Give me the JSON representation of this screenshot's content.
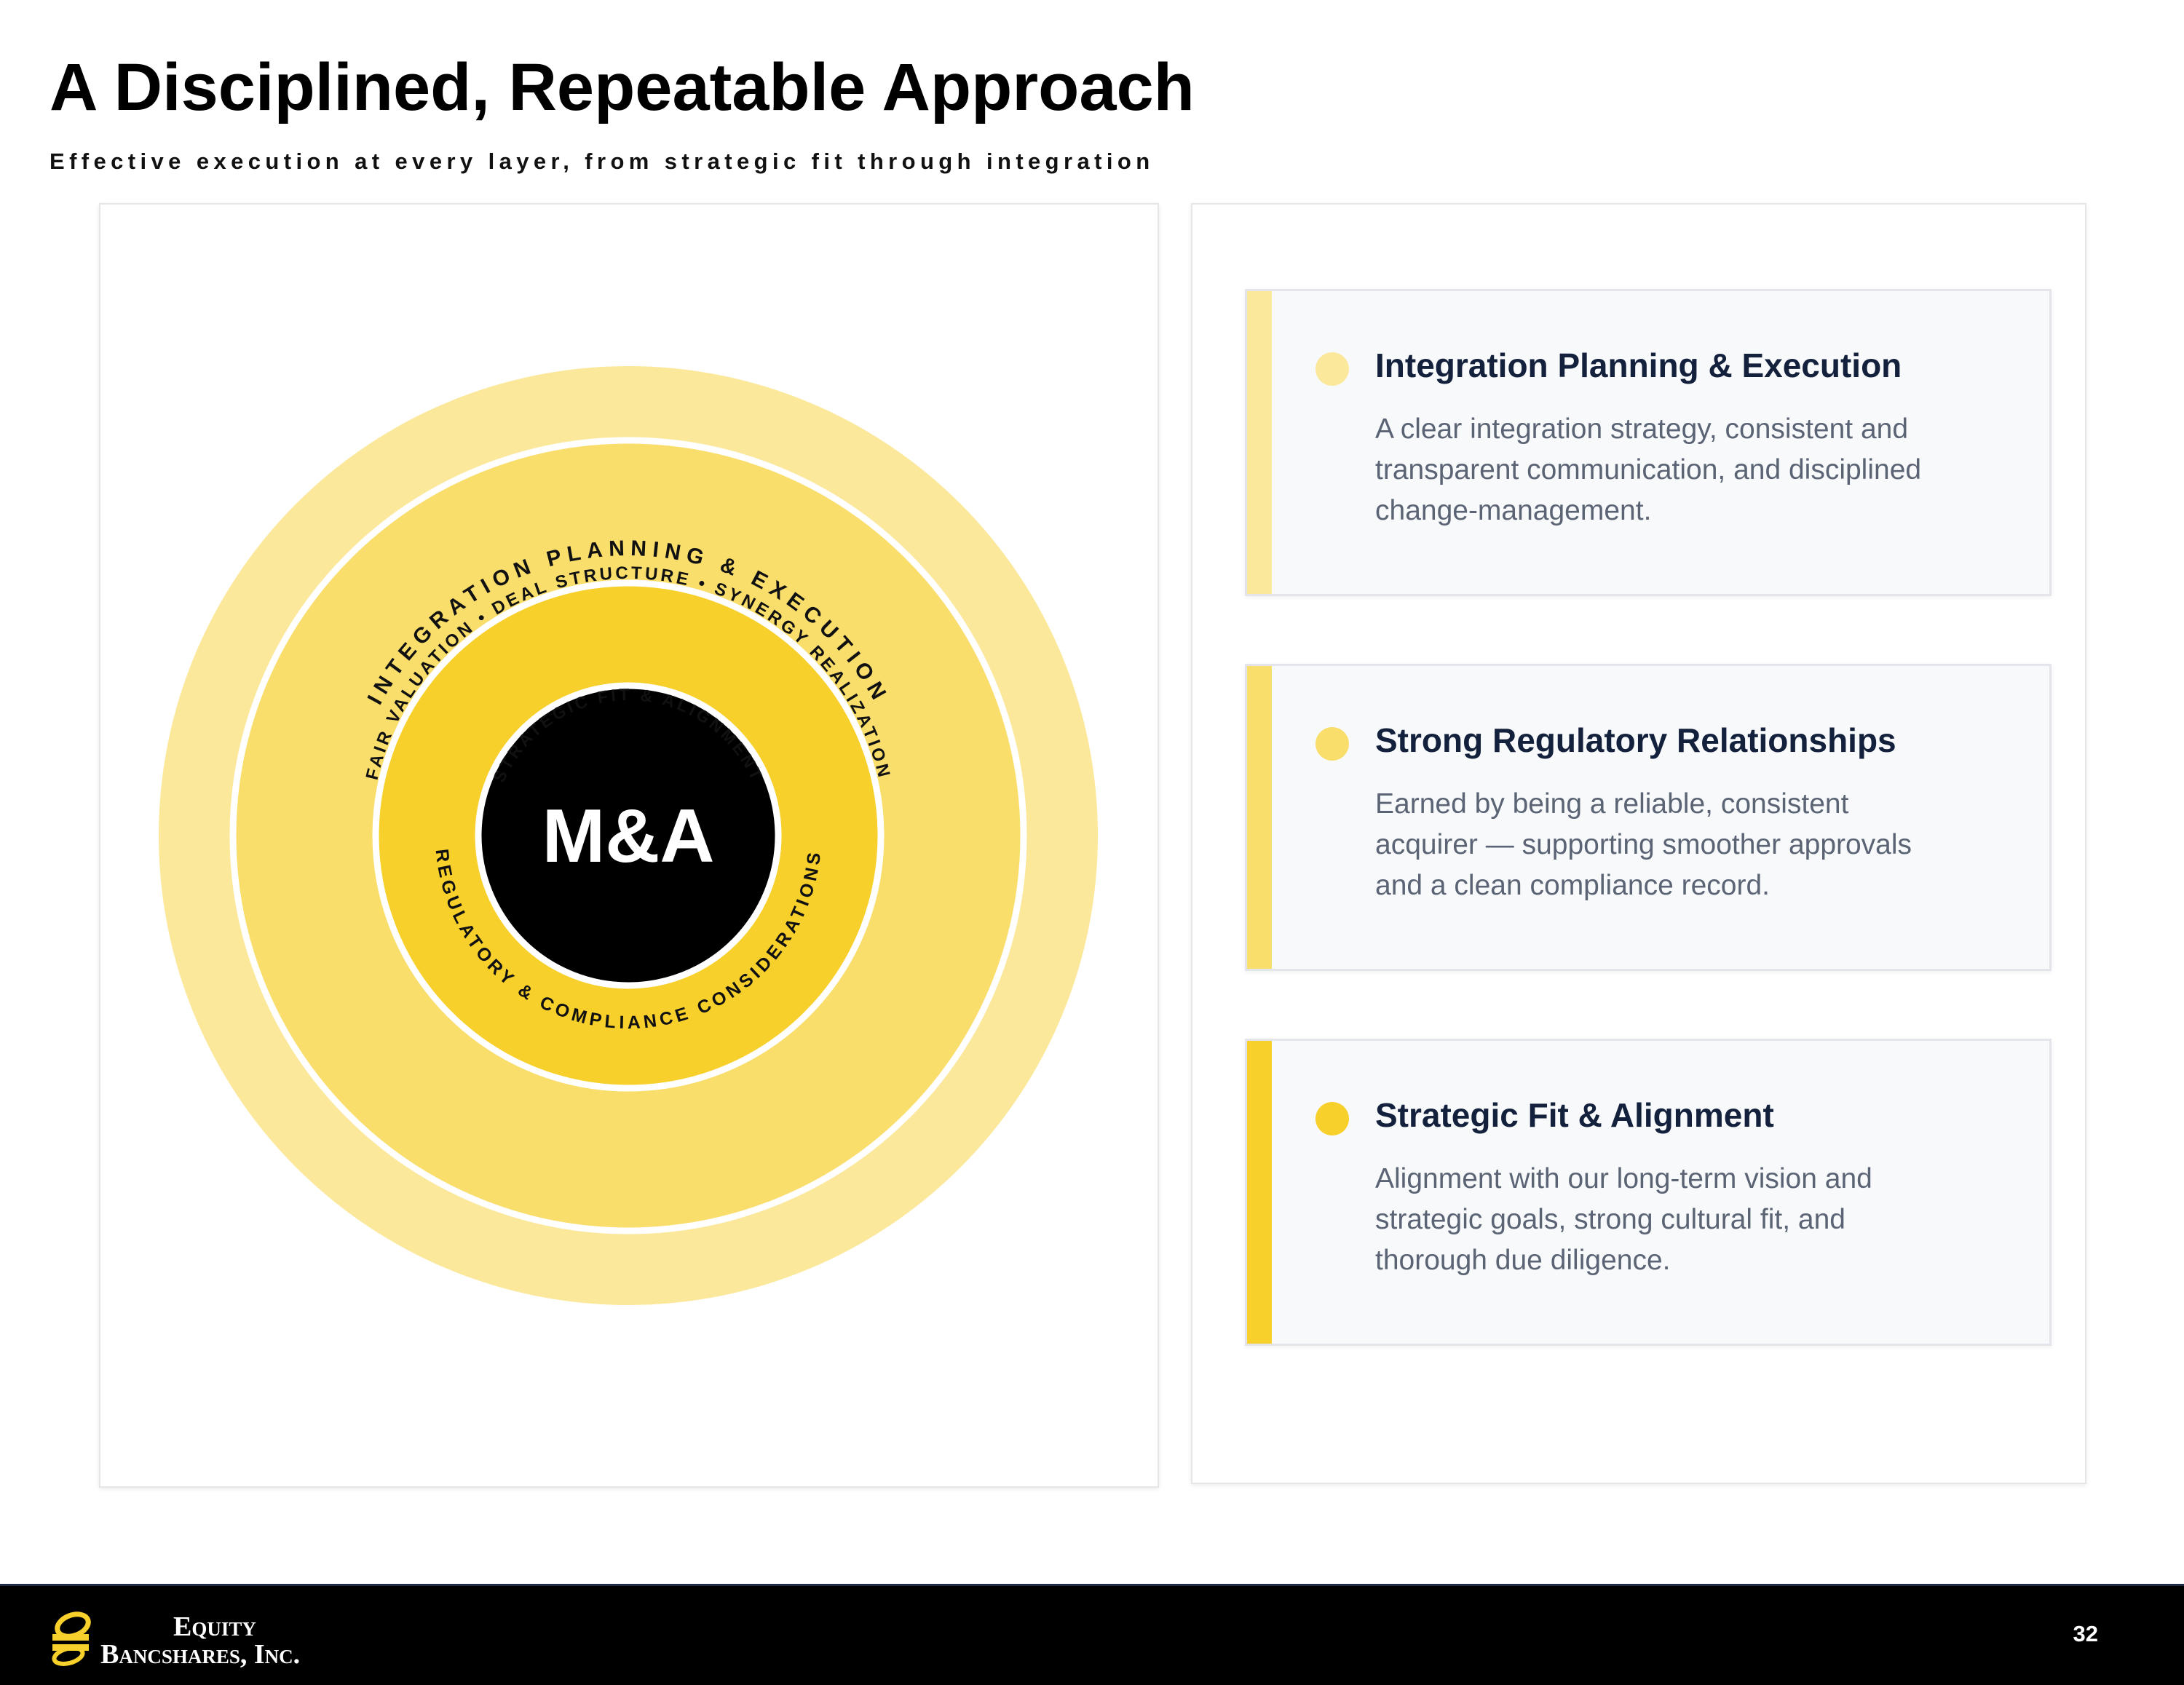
{
  "header": {
    "title": "A Disciplined, Repeatable Approach",
    "subtitle": "Effective execution at every layer, from strategic fit through integration"
  },
  "diagram": {
    "center_label": "M&A",
    "ring_labels": {
      "outer_top": "INTEGRATION PLANNING & EXECUTION",
      "middle_top": "FAIR VALUATION  •  DEAL STRUCTURE  •  SYNERGY REALIZATION",
      "middle_bottom": "REGULATORY & COMPLIANCE CONSIDERATIONS",
      "inner_top": "STRATEGIC FIT & ALIGNMENT"
    },
    "colors": {
      "outer": "#fbe89a",
      "middle": "#f9de6c",
      "inner": "#f8d02b",
      "core": "#000000"
    }
  },
  "cards": [
    {
      "title": "Integration Planning & Execution",
      "body": "A clear integration strategy, consistent and transparent communication, and disciplined change-management.",
      "accent": "#fbe89a"
    },
    {
      "title": "Strong Regulatory Relationships",
      "body": "Earned by being a reliable, consistent acquirer — supporting smoother approvals and a clean compliance record.",
      "accent": "#f9de6c"
    },
    {
      "title": "Strategic Fit & Alignment",
      "body": "Alignment with our long-term vision and strategic goals, strong cultural fit, and thorough due diligence.",
      "accent": "#f8d02b"
    }
  ],
  "footer": {
    "logo_line1": "Equity",
    "logo_line2": "Bancshares, Inc.",
    "page_number": "32",
    "logo_icon": "equity-swirl-logo-icon"
  }
}
